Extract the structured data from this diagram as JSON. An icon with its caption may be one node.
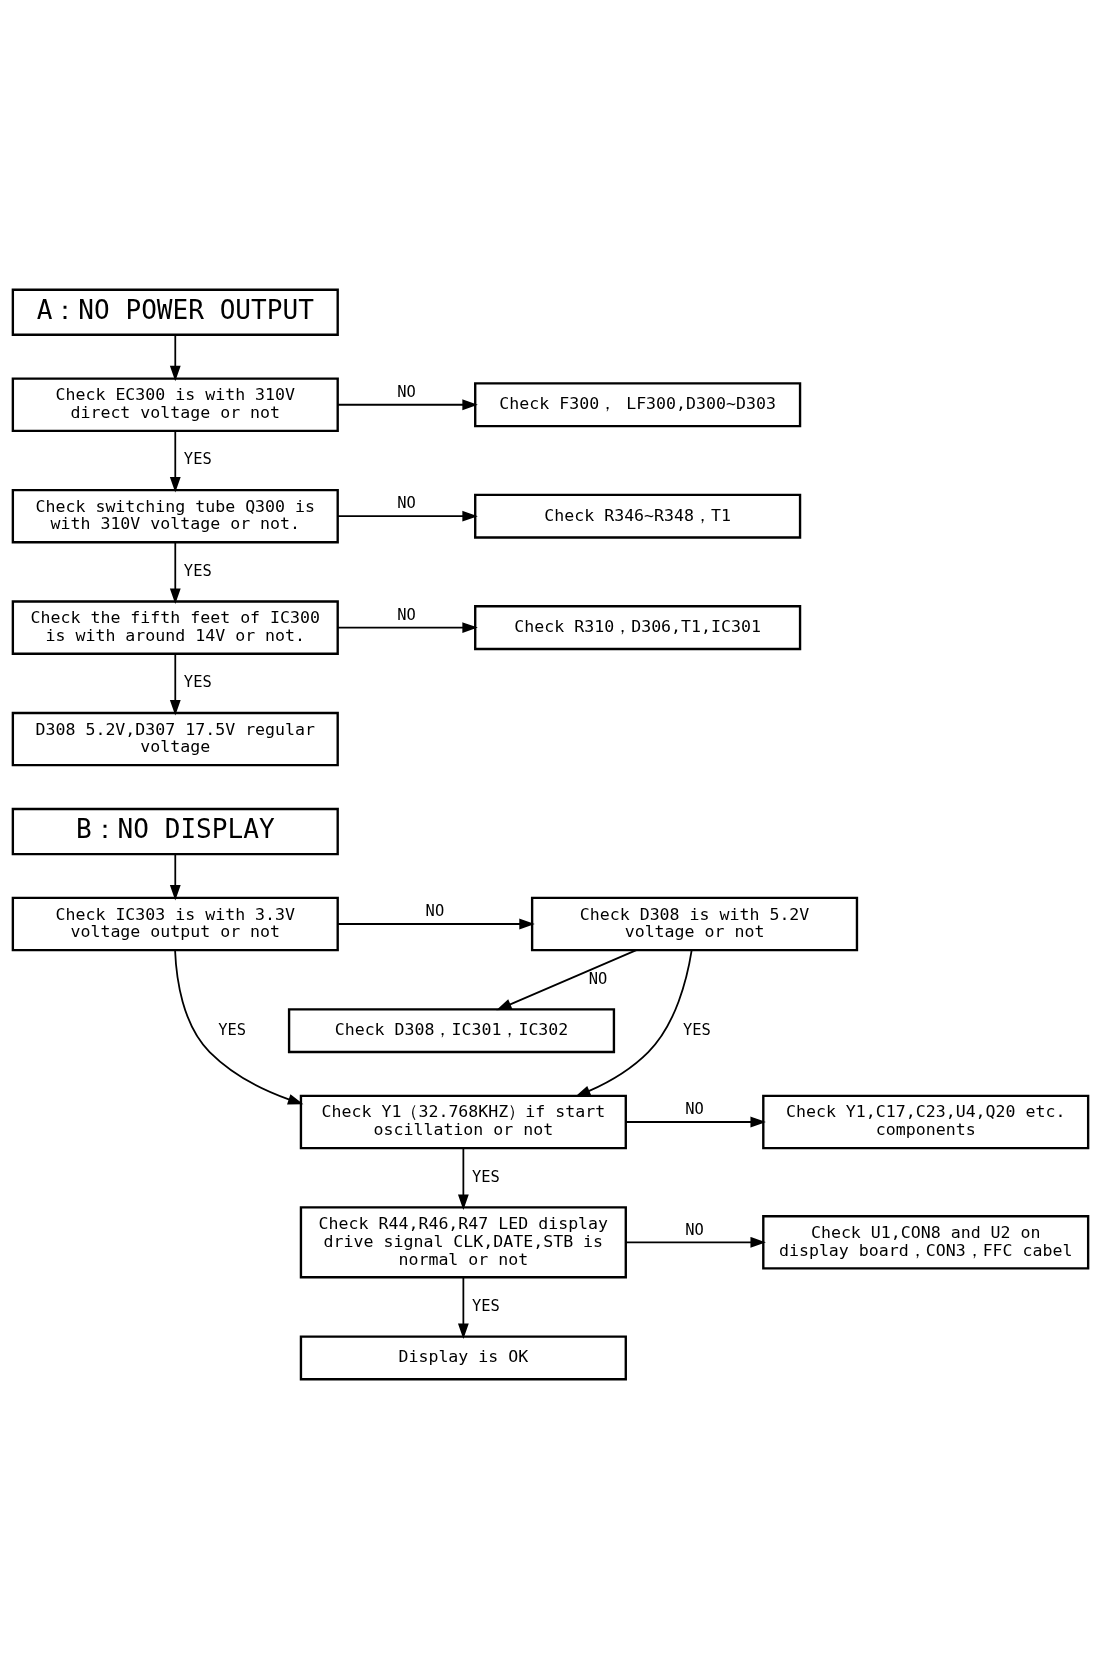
{
  "diagram": {
    "nodes": [
      {
        "text": [
          "A：NO POWER OUTPUT"
        ]
      },
      {
        "text": [
          "Check EC300 is with 310V direct voltage or not"
        ]
      },
      {
        "text": [
          "Check F300， LF300,D300~D303"
        ]
      },
      {
        "text": [
          "Check switching tube Q300 is with 310V voltage or not."
        ]
      },
      {
        "text": [
          "Check R346~R348，T1"
        ]
      },
      {
        "text": [
          "Check the fifth feet of IC300 is with around 14V or not."
        ]
      },
      {
        "text": [
          "Check R310，D306,T1,IC301"
        ]
      },
      {
        "text": [
          "D308 5.2V,D307 17.5V regular voltage"
        ]
      },
      {
        "text": [
          "B：NO DISPLAY"
        ]
      },
      {
        "text": [
          "Check IC303 is with 3.3V voltage output or not"
        ]
      },
      {
        "text": [
          "Check D308 is with 5.2V voltage or not"
        ]
      },
      {
        "text": [
          "Check D308，IC301，IC302"
        ]
      },
      {
        "text": [
          "Check Y1（32.768KHZ）if start oscillation or not"
        ]
      },
      {
        "text": [
          "Check Y1,C17,C23,U4,Q20 etc. components"
        ]
      },
      {
        "text": [
          "Check R44,R46,R47 LED display drive signal CLK,DATE,STB is normal or not"
        ]
      },
      {
        "text": [
          "Check U1,CON8 and U2 on display board，CON3，FFC cabel"
        ]
      },
      {
        "text": [
          "Display is OK"
        ]
      }
    ],
    "edges": [
      {
        "from": 0,
        "to": 1,
        "arrow": "to"
      },
      {
        "from": 1,
        "to": 2,
        "arrow": "to",
        "label": "NO"
      },
      {
        "from": 1,
        "to": 3,
        "arrow": "to",
        "label": "YES"
      },
      {
        "from": 3,
        "to": 4,
        "arrow": "to",
        "label": "NO"
      },
      {
        "from": 3,
        "to": 5,
        "arrow": "to",
        "label": "YES"
      },
      {
        "from": 5,
        "to": 6,
        "arrow": "to",
        "label": "NO"
      },
      {
        "from": 5,
        "to": 7,
        "arrow": "to",
        "label": "YES"
      },
      {
        "from": 8,
        "to": 9,
        "arrow": "to"
      },
      {
        "from": 9,
        "to": 10,
        "arrow": "to",
        "label": "NO"
      },
      {
        "from": 9,
        "to": 12,
        "arrow": "to",
        "label": "YES"
      },
      {
        "from": 10,
        "to": 11,
        "arrow": "to",
        "label": "NO"
      },
      {
        "from": 10,
        "to": 12,
        "arrow": "to",
        "label": "YES"
      },
      {
        "from": 12,
        "to": 13,
        "arrow": "to",
        "label": "NO"
      },
      {
        "from": 12,
        "to": 14,
        "arrow": "to",
        "label": "YES"
      },
      {
        "from": 14,
        "to": 15,
        "arrow": "to",
        "label": "NO"
      },
      {
        "from": 14,
        "to": 16,
        "arrow": "to",
        "label": "YES"
      }
    ]
  }
}
